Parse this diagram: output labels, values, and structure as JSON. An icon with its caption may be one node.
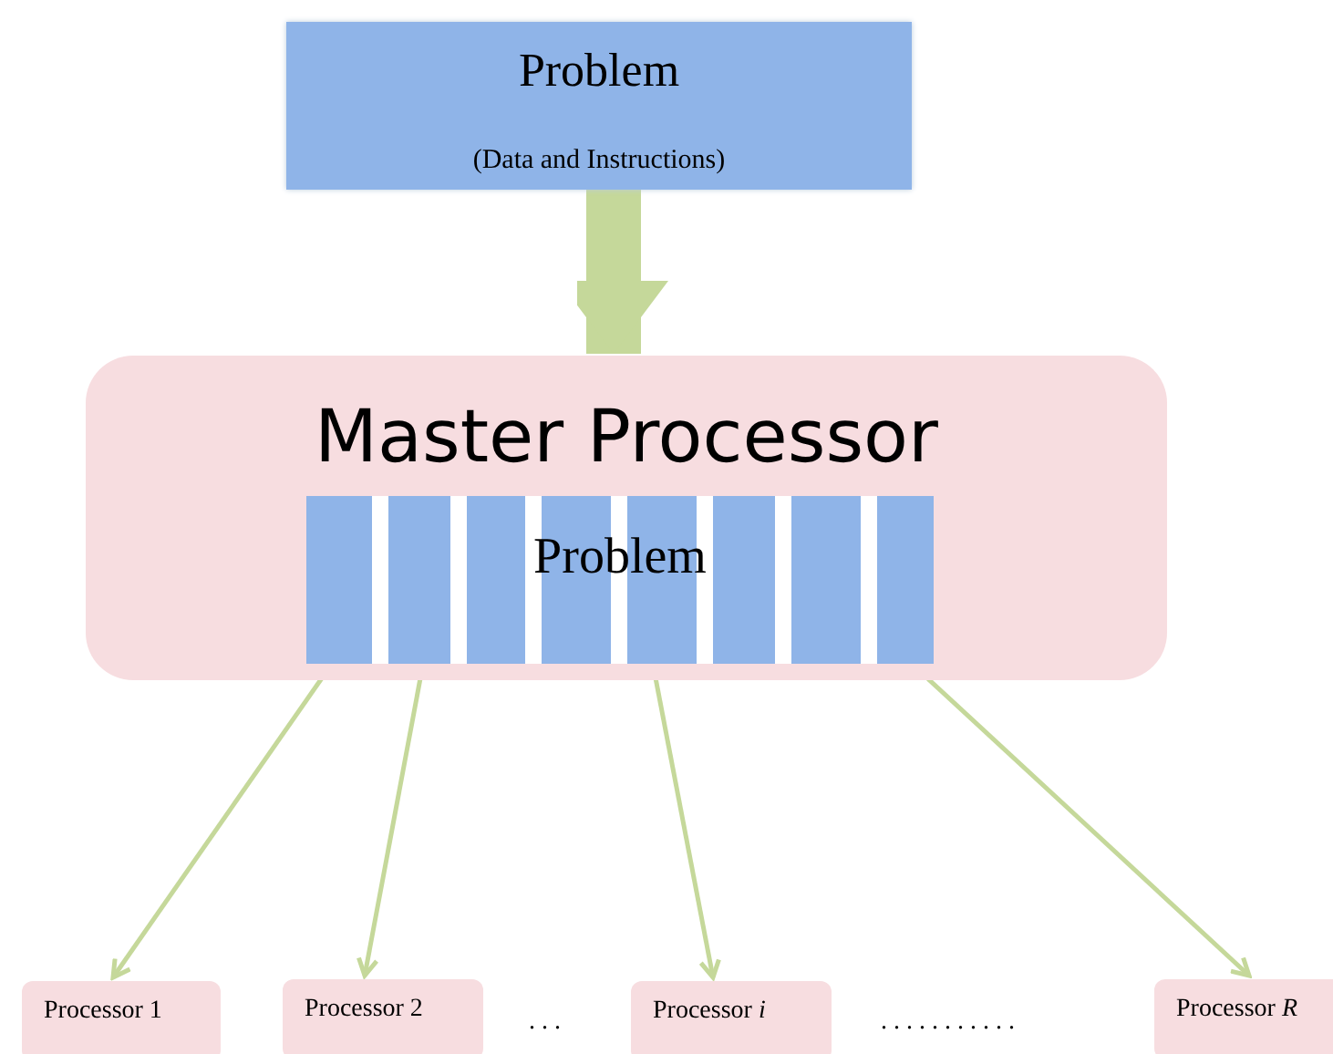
{
  "diagram": {
    "nodes": [
      {
        "text": [
          "Problem",
          "(Data and Instructions)"
        ]
      },
      {
        "text": [
          "Master Processor"
        ]
      },
      {
        "text": [
          "Problem"
        ],
        "in": 1
      },
      {
        "text": [
          "Processor 1"
        ]
      },
      {
        "text": [
          "Processor 2"
        ]
      },
      {
        "text": [
          "Processor *i*"
        ]
      },
      {
        "text": [
          "Processor *R*"
        ]
      }
    ],
    "edges": [
      {
        "from": 0,
        "to": 1,
        "arrow": "to",
        "style": "thick"
      },
      {
        "from": 2,
        "to": 3,
        "arrow": "to"
      },
      {
        "from": 2,
        "to": 4,
        "arrow": "to"
      },
      {
        "from": 2,
        "to": 5,
        "arrow": "to"
      },
      {
        "from": 2,
        "to": 6,
        "arrow": "to"
      }
    ],
    "labels": [
      ". . .",
      ". . . . . . . . . . ."
    ]
  }
}
